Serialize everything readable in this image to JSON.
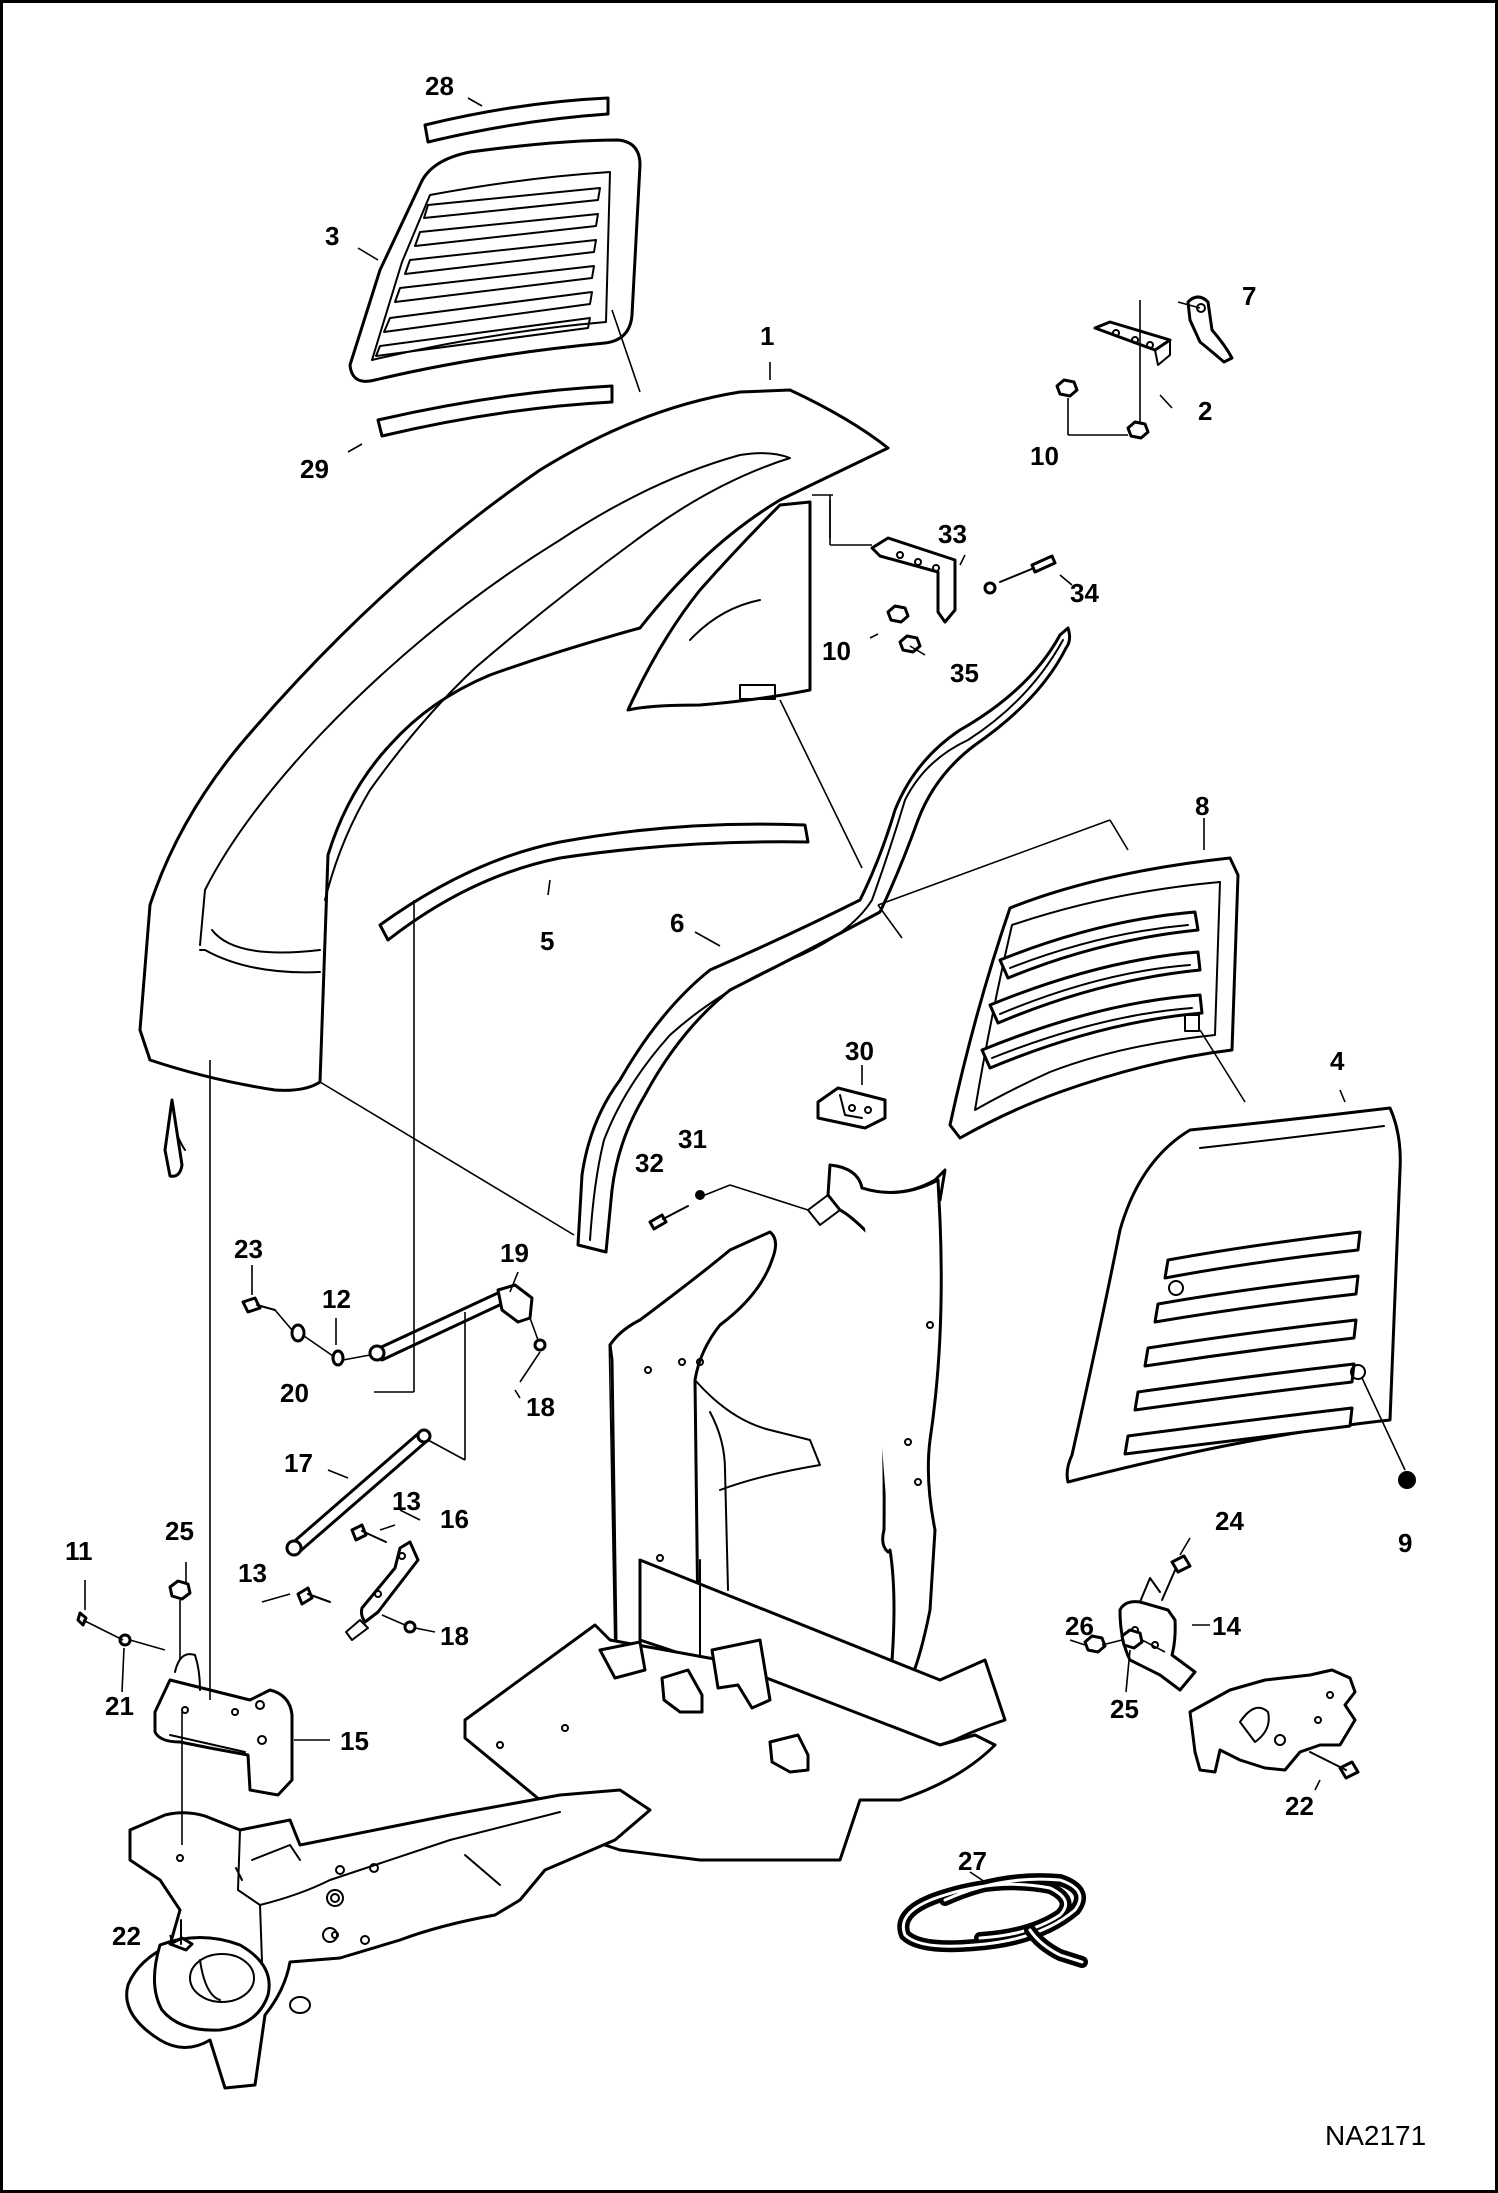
{
  "callouts": {
    "c1": "1",
    "c2": "2",
    "c3": "3",
    "c4": "4",
    "c5": "5",
    "c6": "6",
    "c7": "7",
    "c8": "8",
    "c9": "9",
    "c10a": "10",
    "c10b": "10",
    "c11": "11",
    "c12": "12",
    "c13a": "13",
    "c13b": "13",
    "c14": "14",
    "c15": "15",
    "c16": "16",
    "c17": "17",
    "c18a": "18",
    "c18b": "18",
    "c19": "19",
    "c20": "20",
    "c21": "21",
    "c22a": "22",
    "c22b": "22",
    "c23": "23",
    "c24": "24",
    "c25a": "25",
    "c25b": "25",
    "c26": "26",
    "c27": "27",
    "c28": "28",
    "c29": "29",
    "c30": "30",
    "c31": "31",
    "c32": "32",
    "c33": "33",
    "c34": "34",
    "c35": "35"
  },
  "figure_code": "NA2171"
}
